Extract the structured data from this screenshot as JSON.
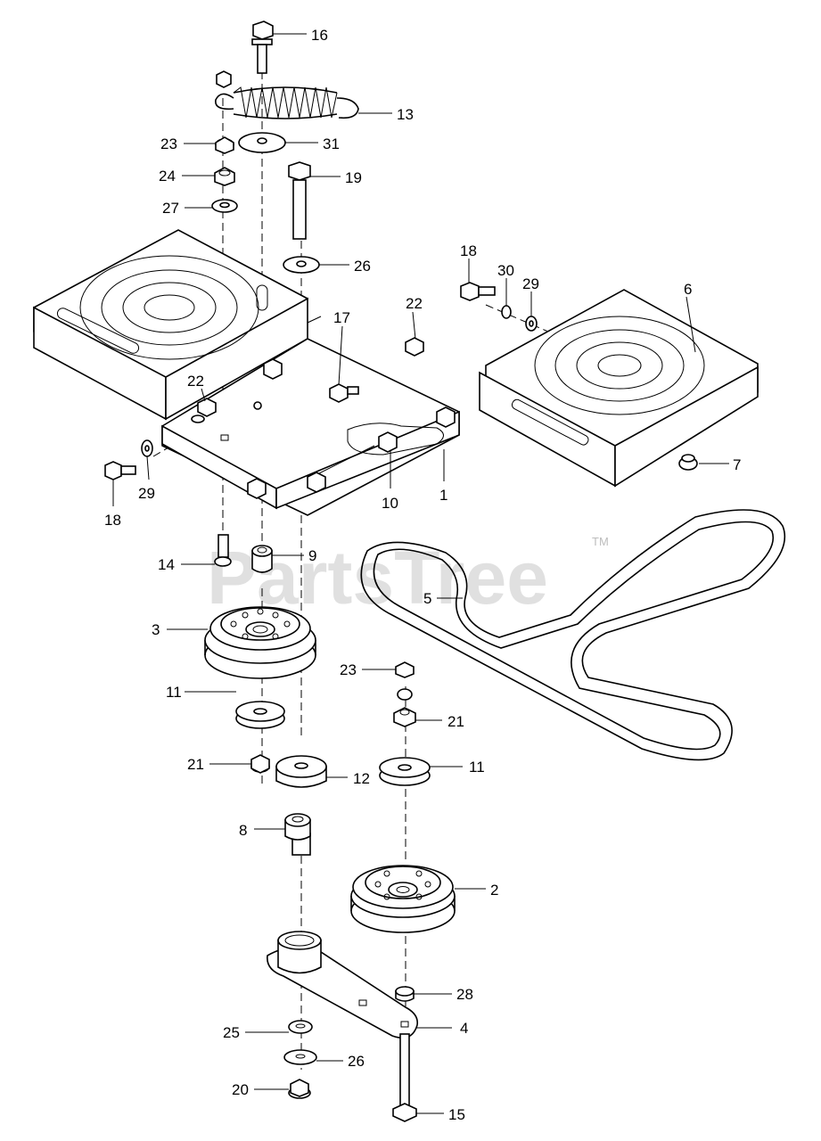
{
  "watermark": {
    "brand": "PartsTree",
    "trademark": "TM"
  },
  "callouts": {
    "c1": "1",
    "c2": "2",
    "c3": "3",
    "c4": "4",
    "c5": "5",
    "c6": "6",
    "c7": "7",
    "c8": "8",
    "c9": "9",
    "c10": "10",
    "c11a": "11",
    "c11b": "11",
    "c12": "12",
    "c13": "13",
    "c14": "14",
    "c15": "15",
    "c16": "16",
    "c17": "17",
    "c18a": "18",
    "c18b": "18",
    "c19": "19",
    "c20": "20",
    "c21a": "21",
    "c21b": "21",
    "c22a": "22",
    "c22b": "22",
    "c23a": "23",
    "c23b": "23",
    "c24": "24",
    "c25": "25",
    "c26a": "26",
    "c26b": "26",
    "c27": "27",
    "c28": "28",
    "c29a": "29",
    "c29b": "29",
    "c30": "30",
    "c31": "31"
  }
}
